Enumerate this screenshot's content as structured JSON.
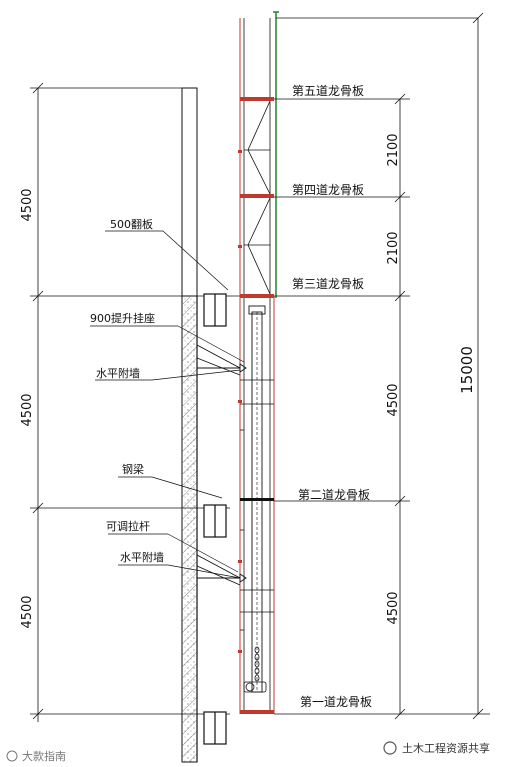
{
  "labels": {
    "board5": "第五道龙骨板",
    "board4": "第四道龙骨板",
    "board3": "第三道龙骨板",
    "board2": "第二道龙骨板",
    "board1": "第一道龙骨板",
    "flip500": "500翻板",
    "lift900": "900提升挂座",
    "wall_tie_upper": "水平附墙",
    "steel_beam": "钢梁",
    "adj_rod": "可调拉杆",
    "wall_tie_lower": "水平附墙"
  },
  "dims": {
    "left_top": "4500",
    "left_mid": "4500",
    "left_bot": "4500",
    "right_2100_a": "2100",
    "right_2100_b": "2100",
    "right_4500_a": "4500",
    "right_4500_b": "4500",
    "total": "15000"
  },
  "watermark": {
    "left": "大款指南",
    "right": "土木工程资源共享"
  },
  "colors": {
    "frame_red": "#c0392b",
    "net_green": "#2e8b3a",
    "line": "#111111"
  }
}
